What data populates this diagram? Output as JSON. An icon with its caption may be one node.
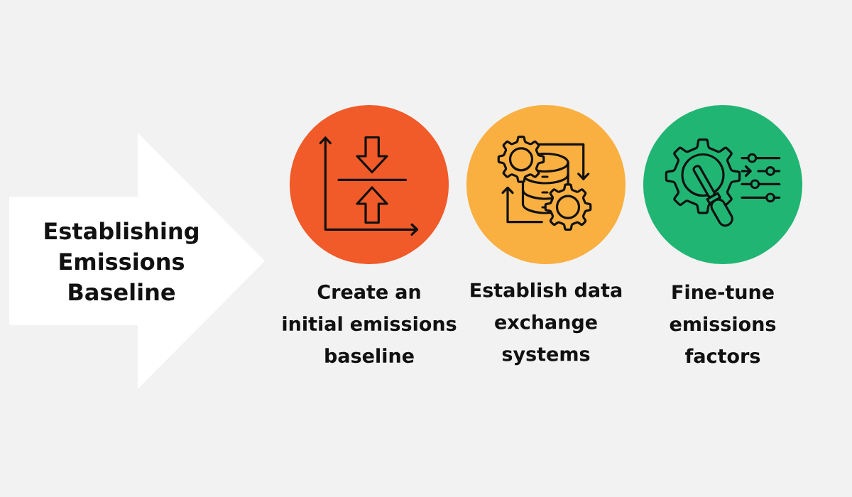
{
  "diagram": {
    "nodes": [
      {
        "text": [
          "Establishing Emissions Baseline"
        ]
      },
      {
        "text": [],
        "shape": "circle",
        "beside": [
          "Create an initial emissions baseline"
        ]
      },
      {
        "text": [],
        "shape": "circle",
        "beside": [
          "Establish data exchange systems"
        ]
      },
      {
        "text": [],
        "shape": "circle",
        "beside": [
          "Fine-tune emissions factors"
        ]
      }
    ]
  }
}
